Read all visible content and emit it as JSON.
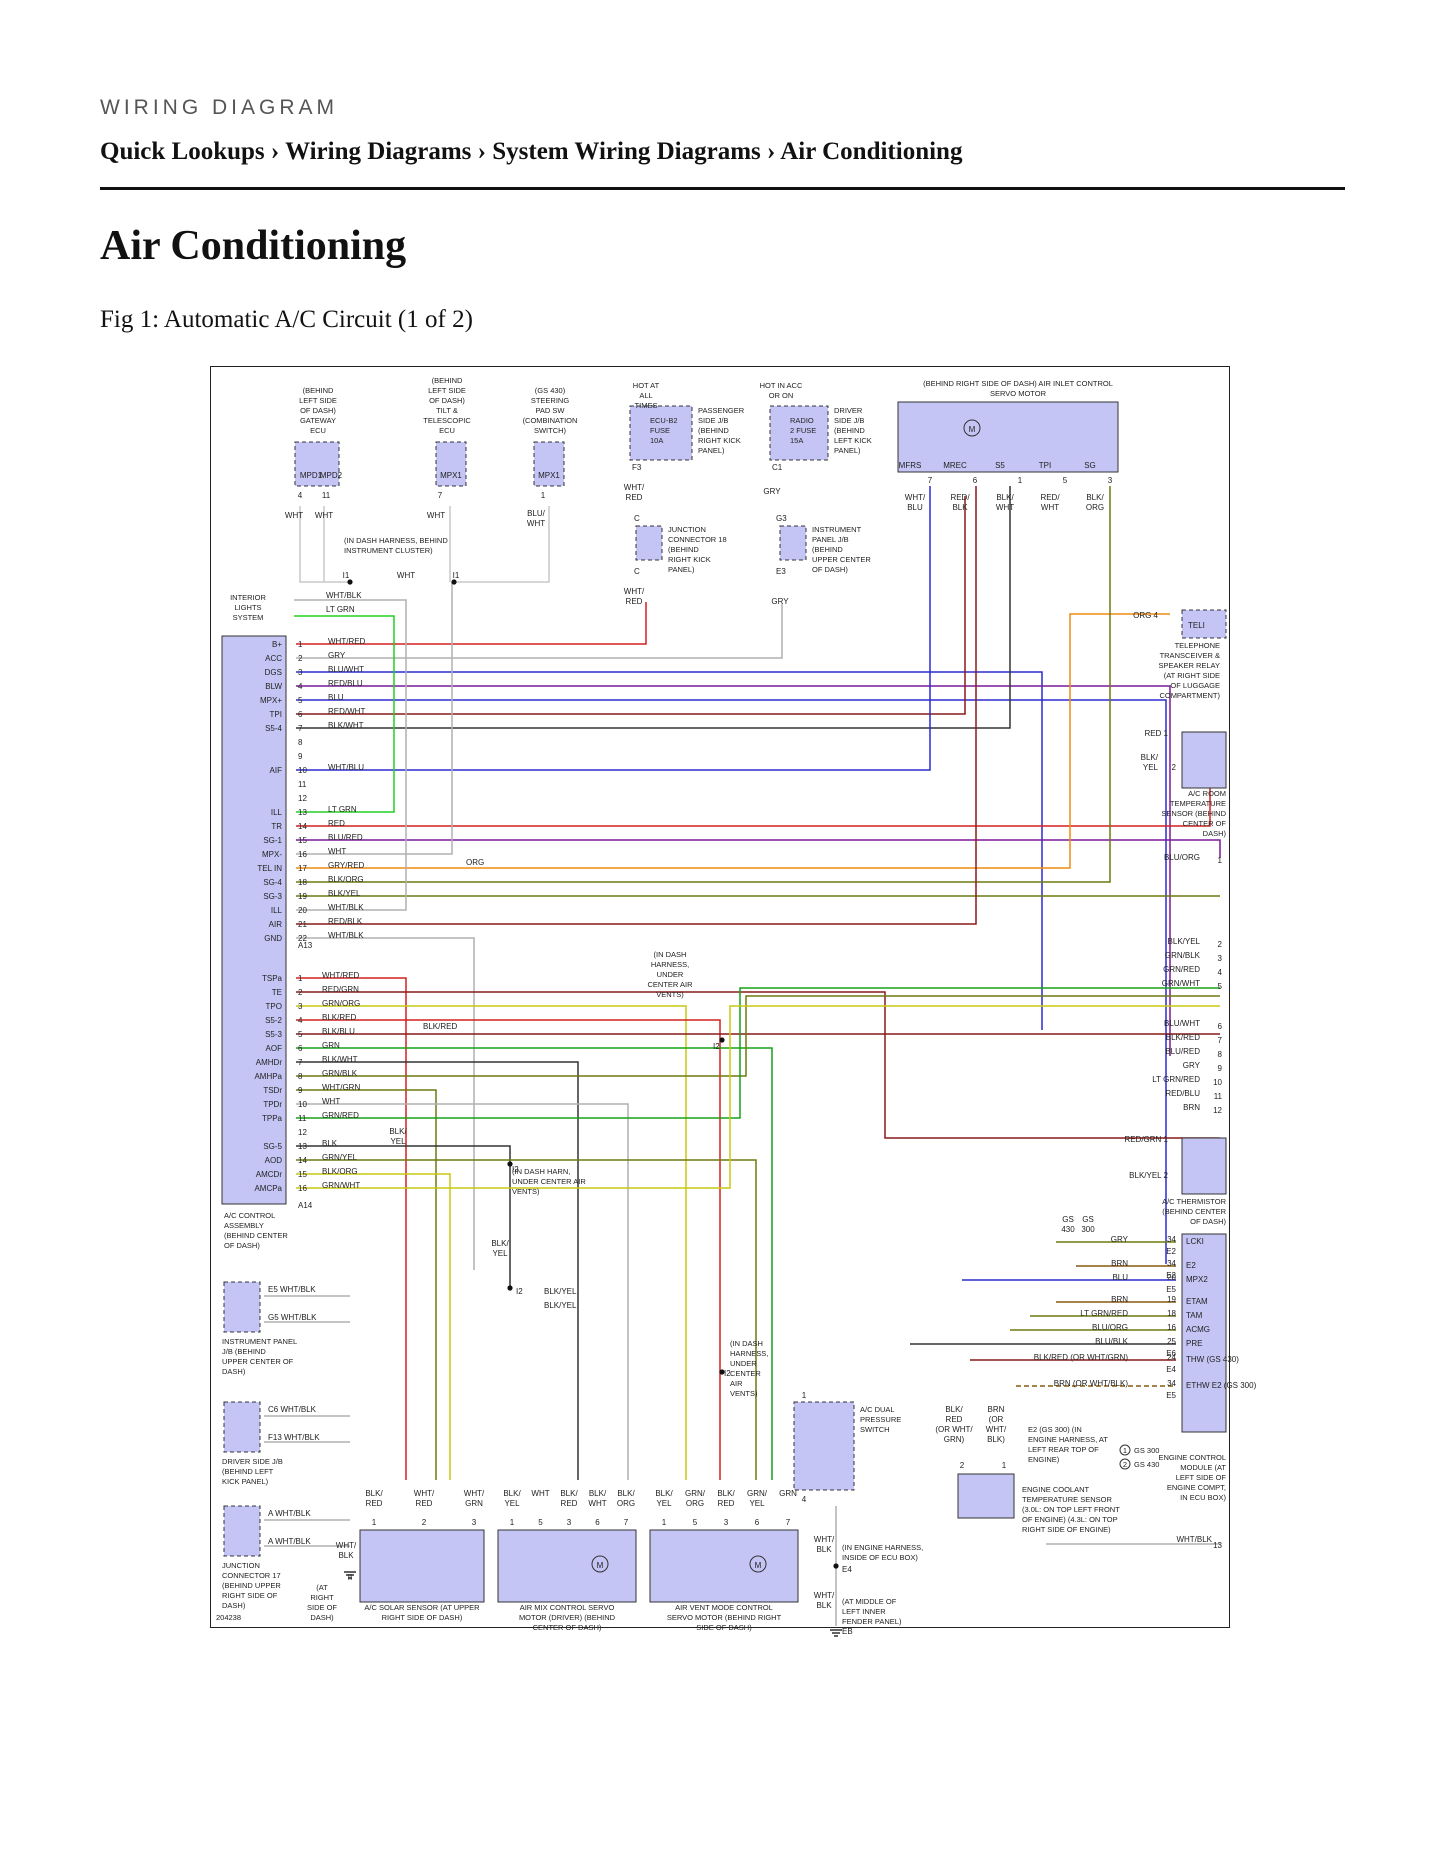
{
  "kicker": "WIRING DIAGRAM",
  "breadcrumb": [
    "Quick Lookups",
    "Wiring Diagrams",
    "System Wiring Diagrams",
    "Air Conditioning"
  ],
  "breadcrumb_separator": "›",
  "page_title": "Air Conditioning",
  "figure_caption": "Fig 1: Automatic A/C Circuit (1 of 2)",
  "diagram": {
    "figure_id": "204238",
    "colors": {
      "component_fill": "#c5c5f5",
      "component_stroke": "#333333",
      "ground": "#111111"
    },
    "top_components": [
      {
        "label": "(BEHIND LEFT SIDE OF DASH) GATEWAY ECU",
        "pins": [
          "MPD1",
          "MPD2"
        ],
        "pin_numbers": [
          "4",
          "11"
        ],
        "wires": [
          "WHT",
          "WHT"
        ]
      },
      {
        "label": "(BEHIND LEFT SIDE OF DASH) TILT & TELESCOPIC ECU",
        "pins": [
          "MPX1"
        ],
        "pin_numbers": [
          "7"
        ],
        "wires": [
          "WHT"
        ]
      },
      {
        "label": "(GS 430) STEERING PAD SW (COMBINATION SWITCH)",
        "pins": [
          "MPX1"
        ],
        "pin_numbers": [
          "1"
        ],
        "wires": [
          "BLU/ WHT"
        ]
      },
      {
        "label": "HOT AT ALL TIMES",
        "fuse": "ECU-B2 FUSE 10A",
        "box": "PASSENGER SIDE J/B (BEHIND RIGHT KICK PANEL)",
        "pin": "F3",
        "wire": "WHT/ RED"
      },
      {
        "label": "HOT IN ACC OR ON",
        "fuse": "RADIO 2 FUSE 15A",
        "box": "DRIVER SIDE J/B (BEHIND LEFT KICK PANEL)",
        "pin": "C1",
        "wire": "GRY"
      },
      {
        "label": "(BEHIND RIGHT SIDE OF DASH) AIR INLET CONTROL SERVO MOTOR",
        "pins": [
          "MFRS",
          "MREC",
          "S5",
          "TPI",
          "SG"
        ],
        "pin_numbers": [
          "7",
          "6",
          "1",
          "5",
          "3"
        ],
        "wires": [
          "WHT/ BLU",
          "RED/ BLK",
          "BLK/ WHT",
          "RED/ WHT",
          "BLK/ ORG"
        ]
      }
    ],
    "junctions": [
      {
        "label": "JUNCTION CONNECTOR 18 (BEHIND RIGHT KICK PANEL)",
        "pins": [
          "C",
          "C"
        ]
      },
      {
        "label": "INSTRUMENT PANEL J/B (BEHIND UPPER CENTER OF DASH)",
        "pins": [
          "G3",
          "E3"
        ]
      },
      {
        "label": "(IN DASH HARNESS, BEHIND INSTRUMENT CLUSTER)",
        "pins": [
          "I1",
          "I1"
        ],
        "wire": "WHT"
      }
    ],
    "interior_lights": {
      "label": "INTERIOR LIGHTS SYSTEM",
      "wires": [
        "WHT/BLK",
        "LT GRN"
      ]
    },
    "connector_a13": {
      "id": "A13",
      "pins": [
        {
          "n": "1",
          "name": "B+",
          "wire": "WHT/RED"
        },
        {
          "n": "2",
          "name": "ACC",
          "wire": "GRY"
        },
        {
          "n": "3",
          "name": "DGS",
          "wire": "BLU/WHT"
        },
        {
          "n": "4",
          "name": "BLW",
          "wire": "RED/BLU"
        },
        {
          "n": "5",
          "name": "MPX+",
          "wire": "BLU"
        },
        {
          "n": "6",
          "name": "TPI",
          "wire": "RED/WHT"
        },
        {
          "n": "7",
          "name": "S5-4",
          "wire": "BLK/WHT"
        },
        {
          "n": "8",
          "name": "",
          "wire": ""
        },
        {
          "n": "9",
          "name": "",
          "wire": ""
        },
        {
          "n": "10",
          "name": "AIF",
          "wire": "WHT/BLU"
        },
        {
          "n": "11",
          "name": "",
          "wire": ""
        },
        {
          "n": "12",
          "name": "",
          "wire": ""
        },
        {
          "n": "13",
          "name": "ILL",
          "wire": "LT GRN"
        },
        {
          "n": "14",
          "name": "TR",
          "wire": "RED"
        },
        {
          "n": "15",
          "name": "SG-1",
          "wire": "BLU/RED"
        },
        {
          "n": "16",
          "name": "MPX-",
          "wire": "WHT"
        },
        {
          "n": "17",
          "name": "TEL IN",
          "wire": "GRY/RED"
        },
        {
          "n": "18",
          "name": "SG-4",
          "wire": "BLK/ORG"
        },
        {
          "n": "19",
          "name": "SG-3",
          "wire": "BLK/YEL"
        },
        {
          "n": "20",
          "name": "ILL",
          "wire": "WHT/BLK"
        },
        {
          "n": "21",
          "name": "AIR",
          "wire": "RED/BLK"
        },
        {
          "n": "22",
          "name": "GND",
          "wire": "WHT/BLK"
        }
      ],
      "inline_wire": "ORG"
    },
    "connector_a14": {
      "id": "A14",
      "pins": [
        {
          "n": "1",
          "name": "TSPa",
          "wire": "WHT/RED"
        },
        {
          "n": "2",
          "name": "TE",
          "wire": "RED/GRN"
        },
        {
          "n": "3",
          "name": "TPO",
          "wire": "GRN/ORG"
        },
        {
          "n": "4",
          "name": "S5-2",
          "wire": "BLK/RED"
        },
        {
          "n": "5",
          "name": "S5-3",
          "wire": "BLK/BLU"
        },
        {
          "n": "6",
          "name": "AOF",
          "wire": "GRN"
        },
        {
          "n": "7",
          "name": "AMHDr",
          "wire": "BLK/WHT"
        },
        {
          "n": "8",
          "name": "AMHPa",
          "wire": "GRN/BLK"
        },
        {
          "n": "9",
          "name": "TSDr",
          "wire": "WHT/GRN"
        },
        {
          "n": "10",
          "name": "TPDr",
          "wire": "WHT"
        },
        {
          "n": "11",
          "name": "TPPa",
          "wire": "GRN/RED"
        },
        {
          "n": "12",
          "name": "",
          "wire": ""
        },
        {
          "n": "13",
          "name": "SG-5",
          "wire": "BLK"
        },
        {
          "n": "14",
          "name": "AOD",
          "wire": "GRN/YEL"
        },
        {
          "n": "15",
          "name": "AMCDr",
          "wire": "BLK/ORG"
        },
        {
          "n": "16",
          "name": "AMCPa",
          "wire": "GRN/WHT"
        }
      ],
      "inline_wires": [
        "BLK/RED",
        "BLK/ YEL"
      ]
    },
    "ac_control_label": "A/C CONTROL ASSEMBLY (BEHIND CENTER OF DASH)",
    "harness_notes": [
      "(IN DASH HARNESS, UNDER CENTER AIR VENTS)",
      "(IN DASH HARN, UNDER CENTER AIR VENTS)",
      "(IN DASH HARNESS, UNDER CENTER AIR VENTS)"
    ],
    "splice_ids": [
      "I2",
      "I2",
      "I2",
      "I2"
    ],
    "splice_wires": [
      "BLK/YEL",
      "BLK/YEL",
      "BLK/ YEL"
    ],
    "right_components": [
      {
        "label": "TELEPHONE TRANSCEIVER & SPEAKER RELAY (AT RIGHT SIDE OF LUGGAGE COMPARTMENT)",
        "pin_name": "TELI",
        "pin": "4",
        "wire": "ORG"
      },
      {
        "label": "A/C ROOM TEMPERATURE SENSOR (BEHIND CENTER OF DASH)",
        "pins": [
          "1",
          "2"
        ],
        "wires": [
          "RED",
          "BLK/ YEL"
        ]
      },
      {
        "label": "A/C THERMISTOR (BEHIND CENTER OF DASH)",
        "pins": [
          "1",
          "2"
        ],
        "wires": [
          "RED/GRN",
          "BLK/YEL"
        ]
      }
    ],
    "blower_connector": {
      "wires": [
        "BLU/ORG",
        "BLK/YEL",
        "GRN/BLK",
        "GRN/RED",
        "GRN/WHT",
        "BLU/WHT",
        "BLK/RED",
        "BLU/RED",
        "GRY",
        "LT GRN/RED",
        "RED/BLU",
        "BRN"
      ],
      "pins": [
        "1",
        "2",
        "3",
        "4",
        "5",
        "6",
        "7",
        "8",
        "9",
        "10",
        "11",
        "12"
      ]
    },
    "ecm": {
      "label": "ENGINE CONTROL MODULE (AT LEFT SIDE OF ENGINE COMPT, IN ECU BOX)",
      "gs_labels": [
        "GS 430",
        "GS 300"
      ],
      "rows": [
        {
          "wire": "GRY",
          "pin": "34",
          "conn": "E2",
          "name": "LCKI"
        },
        {
          "wire": "BRN",
          "pin": "34",
          "conn": "E2",
          "name": "E2"
        },
        {
          "wire": "BLU",
          "pin": "20",
          "conn": "E5",
          "name": "MPX2"
        },
        {
          "wire": "BRN",
          "pin": "19",
          "conn": "",
          "name": "ETAM"
        },
        {
          "wire": "LT GRN/RED",
          "pin": "18",
          "conn": "",
          "name": "TAM"
        },
        {
          "wire": "BLU/ORG",
          "pin": "16",
          "conn": "",
          "name": "ACMG"
        },
        {
          "wire": "BLU/BLK",
          "pin": "25",
          "conn": "E6",
          "name": "PRE"
        },
        {
          "wire": "BLK/RED (OR WHT/GRN)",
          "pin": "24",
          "conn": "E4",
          "name": "THW (GS 430)"
        },
        {
          "wire": "BRN (OR WHT/BLK)",
          "pin": "34",
          "conn": "E5",
          "name": "ETHW E2 (GS 300)"
        }
      ],
      "legend": [
        "GS 300",
        "GS 430"
      ],
      "legend_marks": [
        "1",
        "2"
      ],
      "ground_wire": "WHT/BLK",
      "ground_pin": "13"
    },
    "coolant_sensor": {
      "label": "ENGINE COOLANT TEMPERATURE SENSOR (3.0L: ON TOP LEFT FRONT OF ENGINE) (4.3L: ON TOP RIGHT SIDE OF ENGINE)",
      "harness": "E2 (GS 300) (IN ENGINE HARNESS, AT LEFT REAR TOP OF ENGINE)",
      "wires": [
        "BLK/ RED (OR WHT/ GRN)",
        "BRN (OR WHT/ BLK)"
      ],
      "pins": [
        "2",
        "1"
      ]
    },
    "pressure_switch": {
      "label": "A/C DUAL PRESSURE SWITCH",
      "pins": [
        "1",
        "4"
      ]
    },
    "bottom_components": [
      {
        "label": "A/C SOLAR SENSOR (AT UPPER RIGHT SIDE OF DASH)",
        "pins": [
          "1",
          "2",
          "3"
        ],
        "wires": [
          "BLK/ RED",
          "WHT/ RED",
          "WHT/ GRN"
        ]
      },
      {
        "label": "AIR MIX CONTROL SERVO MOTOR (DRIVER) (BEHIND CENTER OF DASH)",
        "pins": [
          "1",
          "5",
          "3",
          "6",
          "7"
        ],
        "wires": [
          "BLK/ YEL",
          "WHT",
          "BLK/ RED",
          "BLK/ WHT",
          "BLK/ ORG"
        ]
      },
      {
        "label": "AIR VENT MODE CONTROL SERVO MOTOR (BEHIND RIGHT SIDE OF DASH)",
        "pins": [
          "1",
          "5",
          "3",
          "6",
          "7"
        ],
        "wires": [
          "BLK/ YEL",
          "GRN/ ORG",
          "BLK/ RED",
          "GRN/ YEL",
          "GRN"
        ]
      }
    ],
    "left_boxes": [
      {
        "label": "INSTRUMENT PANEL J/B (BEHIND UPPER CENTER OF DASH)",
        "pins": [
          "E5",
          "G5"
        ],
        "wires": [
          "WHT/BLK",
          "WHT/BLK"
        ]
      },
      {
        "label": "DRIVER SIDE J/B (BEHIND LEFT KICK PANEL)",
        "pins": [
          "C6",
          "F13"
        ],
        "wires": [
          "WHT/BLK",
          "WHT/BLK"
        ]
      },
      {
        "label": "JUNCTION CONNECTOR 17 (BEHIND UPPER RIGHT SIDE OF DASH)",
        "pins": [
          "A",
          "A"
        ],
        "wires": [
          "WHT/BLK",
          "WHT/BLK"
        ]
      }
    ],
    "grounds": [
      {
        "label": "(AT RIGHT SIDE OF DASH)",
        "id": "II",
        "wire": "WHT/ BLK"
      },
      {
        "label": "(IN ENGINE HARNESS, INSIDE OF ECU BOX)",
        "id": "E4",
        "wire": "WHT/ BLK"
      },
      {
        "label": "(AT MIDDLE OF LEFT INNER FENDER PANEL)",
        "id": "EB",
        "wire": "WHT/ BLK"
      }
    ]
  }
}
